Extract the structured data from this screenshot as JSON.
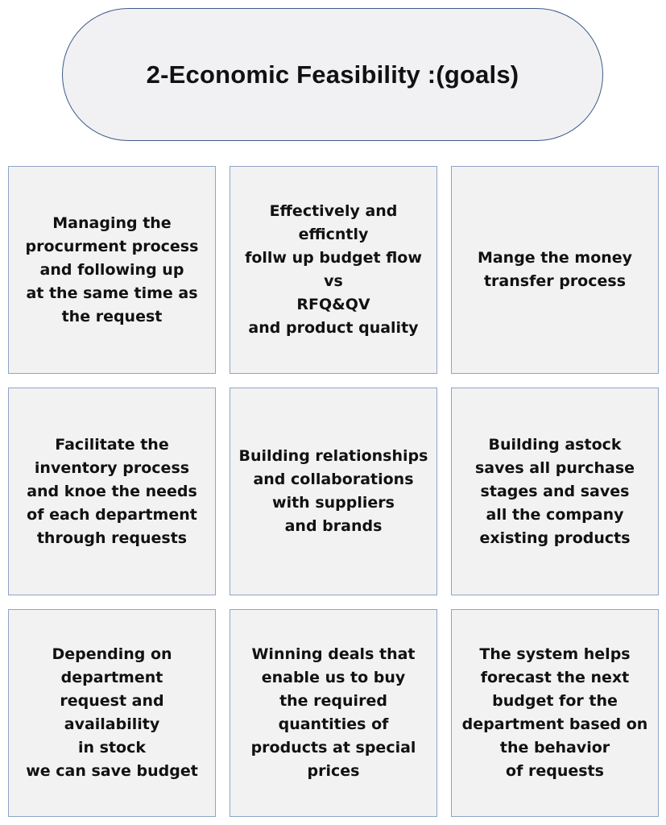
{
  "title": "2-Economic Feasibility :(goals)",
  "goals": [
    "Managing the\nprocurment process\nand following up\nat the same time as\nthe request",
    "Effectively and\nefficntly\nfollw up budget flow\nvs\nRFQ&QV\nand product quality",
    "Mange the money\ntransfer process",
    "Facilitate the\ninventory process\nand knoe the needs\nof each department\nthrough requests",
    "Building relationships\nand collaborations\nwith suppliers\nand brands",
    "Building astock\nsaves all purchase\nstages and saves\nall the company\nexisting products",
    "Depending on\ndepartment\nrequest and\navailability\nin stock\nwe can save budget",
    "Winning deals that\nenable us to buy\nthe required\nquantities of\nproducts at special\nprices",
    "The system helps\nforecast the next\nbudget for the\ndepartment based on\nthe behavior\nof requests"
  ]
}
